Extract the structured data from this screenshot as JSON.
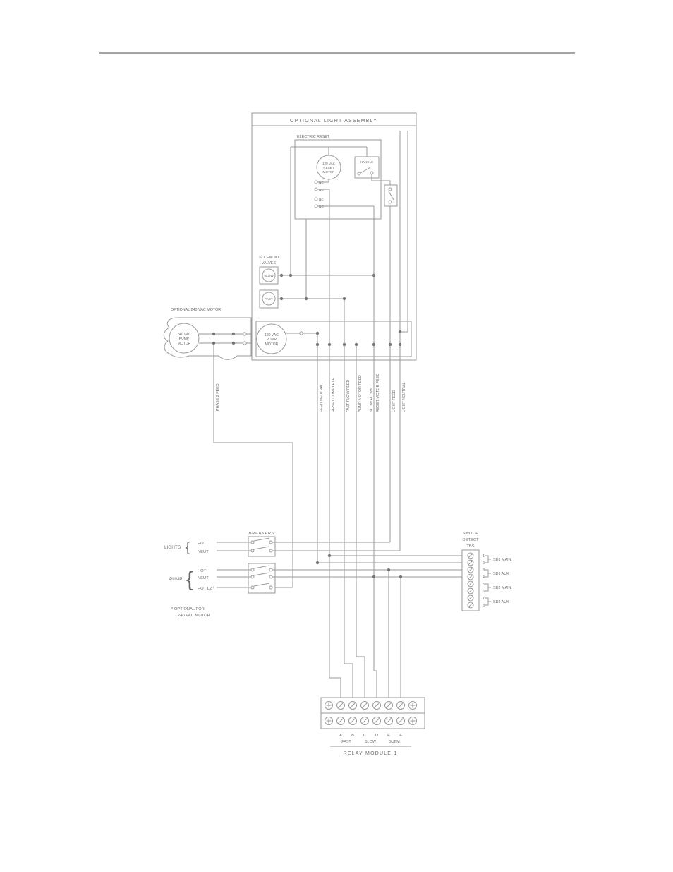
{
  "diagram": {
    "light_assembly_title": "OPTIONAL LIGHT ASSEMBLY",
    "electric_reset_title": "ELECTRIC RESET",
    "reset_motor": {
      "l1": "120 VAC",
      "l2": "RESET",
      "l3": "MOTOR"
    },
    "handle_label": "HANDLE",
    "contacts": {
      "nc1": "NC",
      "no1": "NO",
      "nc2": "NC",
      "no2": "NO"
    },
    "solenoid": {
      "l1": "SOLENOID",
      "l2": "VALVES",
      "slow": "SLOW",
      "fast": "FAST"
    },
    "pump_motor_120": {
      "l1": "120 VAC",
      "l2": "PUMP",
      "l3": "MOTOR"
    },
    "motor_240_label": "OPTIONAL 240 VAC MOTOR",
    "pump_motor_240": {
      "l1": "240 VAC",
      "l2": "PUMP",
      "l3": "MOTOR"
    },
    "feeds": {
      "phase2": "PHASE 2 FEED",
      "feed_neutral": "FEED NEUTRAL",
      "reset_complete": "RESET COMPLETE",
      "fast_flow": "FAST FLOW FEED",
      "pump_motor": "PUMP MOTOR FEED",
      "slow_flow_1": "SLOW FLOW/",
      "slow_flow_2": "RESET MOTOR FEED",
      "light_feed": "LIGHT FEED",
      "light_neutral": "LIGHT NEUTRAL"
    },
    "breakers": {
      "title": "BREAKERS",
      "lights_label": "LIGHTS",
      "lights_hot": "HOT",
      "lights_neut": "NEUT",
      "pump_label": "PUMP",
      "pump_hot": "HOT",
      "pump_neut": "NEUT",
      "pump_hot_l2": "HOT L2 *",
      "brace": "{"
    },
    "note": {
      "l1": "* OPTIONAL FOR",
      "l2": "240 VAC MOTOR"
    },
    "tbs": {
      "l1": "SWITCH",
      "l2": "DETECT",
      "l3": "TBS",
      "terminals": [
        "1",
        "2",
        "3",
        "4",
        "5",
        "6",
        "7",
        "8"
      ],
      "groups": [
        "SD1 MAIN",
        "SD1 AUX",
        "SD2 MAIN",
        "SD2 AUX"
      ]
    },
    "relay": {
      "letters": [
        "A",
        "B",
        "C",
        "D",
        "E",
        "F"
      ],
      "groups": [
        "FAST",
        "SLOW",
        "SUBM"
      ],
      "title": "RELAY MODULE 1"
    }
  }
}
